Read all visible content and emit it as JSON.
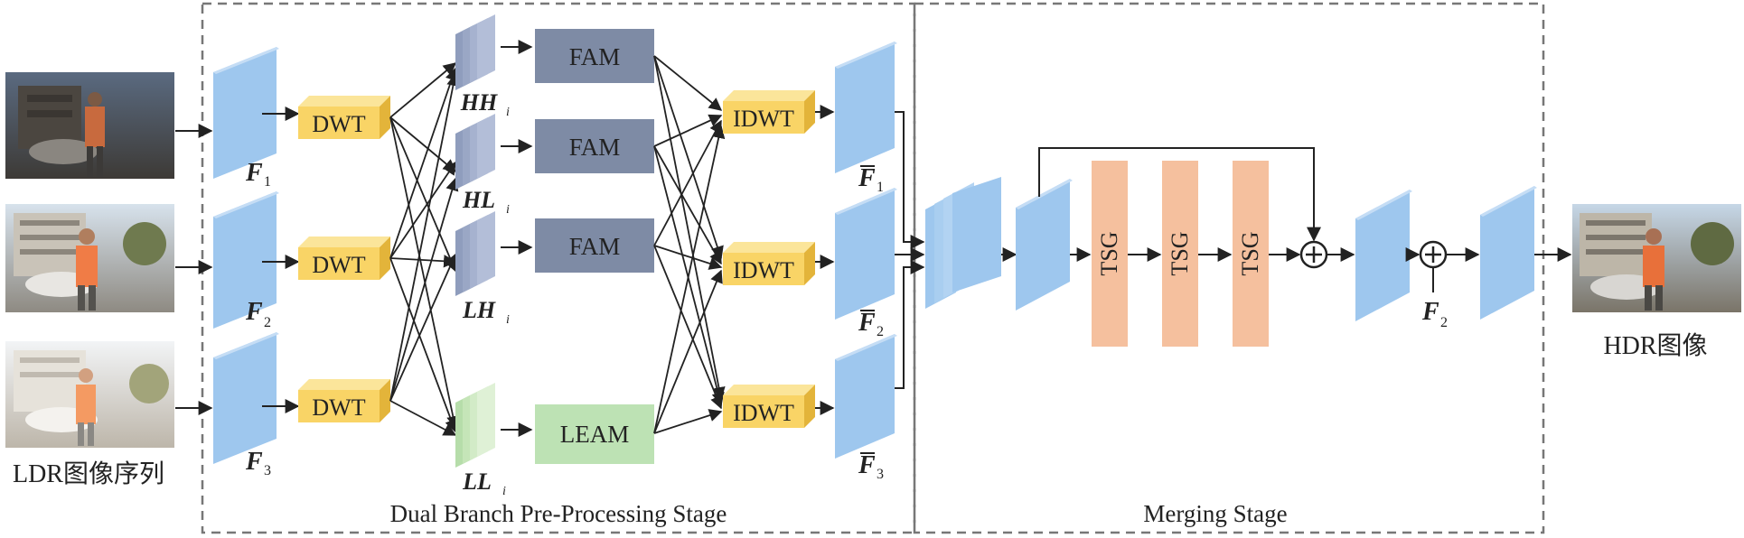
{
  "stages": {
    "preprocess": "Dual Branch Pre-Processing Stage",
    "merging": "Merging Stage"
  },
  "io": {
    "input_label": "LDR图像序列",
    "output_label": "HDR图像"
  },
  "blocks": {
    "dwt": "DWT",
    "idwt": "IDWT",
    "fam": "FAM",
    "leam": "LEAM",
    "tsg": "TSG"
  },
  "features": {
    "f_base": "F",
    "sub1": "1",
    "sub2": "2",
    "sub3": "3"
  },
  "subbands": {
    "hh": "HH",
    "hl": "HL",
    "lh": "LH",
    "ll": "LL",
    "sub": "i"
  },
  "colors": {
    "feature_blue": "#9ec7ee",
    "dwt_yellow": "#f9d466",
    "fam_slate": "#7e8ba5",
    "leam_green": "#bde2b4",
    "tsg_orange": "#f5c09e",
    "ll_green": "#c5e5b8",
    "subband_slate": "#8f9dbd"
  }
}
